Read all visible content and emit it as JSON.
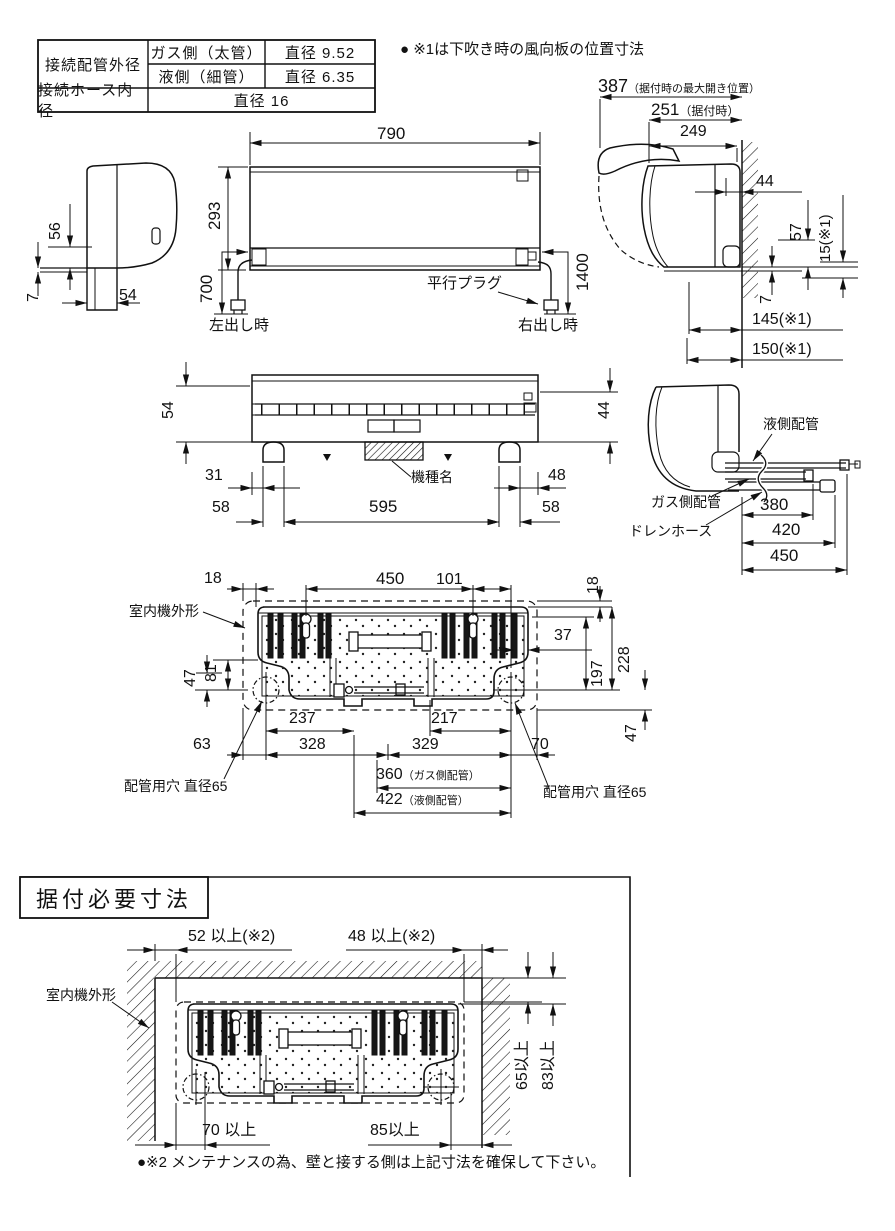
{
  "table": {
    "r1c1": "接続配管外径",
    "r1a": "ガス側（太管）",
    "r1av": "直径 9.52",
    "r1b": "液側（細管）",
    "r1bv": "直径 6.35",
    "r2c1": "接続ホース内径",
    "r2v": "直径 16"
  },
  "note1": "● ※1は下吹き時の風向板の位置寸法",
  "side_left": {
    "h56": "56",
    "t7": "7",
    "w54": "54"
  },
  "front": {
    "w790": "790",
    "h293": "293",
    "cord_l": "700",
    "cord_r": "1400",
    "plug": "平行プラグ",
    "out_l": "左出し時",
    "out_r": "右出し時"
  },
  "side_right": {
    "open_max": "387",
    "open_max_note": "（据付時の最大開き位置）",
    "installed": "251",
    "installed_note": "（据付時）",
    "depth": "249",
    "d44": "44",
    "d57": "57",
    "d15": "15(※1)",
    "d7": "7",
    "d145": "145(※1)",
    "d150": "150(※1)"
  },
  "bottom": {
    "h54": "54",
    "h44": "44",
    "d31": "31",
    "d48": "48",
    "d58l": "58",
    "d595": "595",
    "d58r": "58",
    "nameplate": "機種名"
  },
  "pipe": {
    "liquid": "液側配管",
    "gas": "ガス側配管",
    "drain": "ドレンホース",
    "d380": "380",
    "d420": "420",
    "d450": "450"
  },
  "back": {
    "outline": "室内機外形",
    "d18l": "18",
    "d450": "450",
    "d101": "101",
    "d18r": "18",
    "d37": "37",
    "d197": "197",
    "d228": "228",
    "d81": "81",
    "d47l": "47",
    "d237": "237",
    "d217": "217",
    "d63": "63",
    "d328": "328",
    "d329": "329",
    "d70": "70",
    "d47r": "47",
    "d360": "360",
    "d360_note": "（ガス側配管）",
    "d422": "422",
    "d422_note": "（液側配管）",
    "hole_l": "配管用穴 直径65",
    "hole_r": "配管用穴 直径65"
  },
  "install": {
    "title": "据付必要寸法",
    "outline": "室内機外形",
    "gap_l": "52 以上(※2)",
    "gap_r": "48 以上(※2)",
    "gap_t1": "65以上",
    "gap_t2": "83以上",
    "gap_b1": "70 以上",
    "gap_b2": "85以上",
    "note2": "●※2 メンテナンスの為、壁と接する側は上記寸法を確保して下さい。"
  }
}
